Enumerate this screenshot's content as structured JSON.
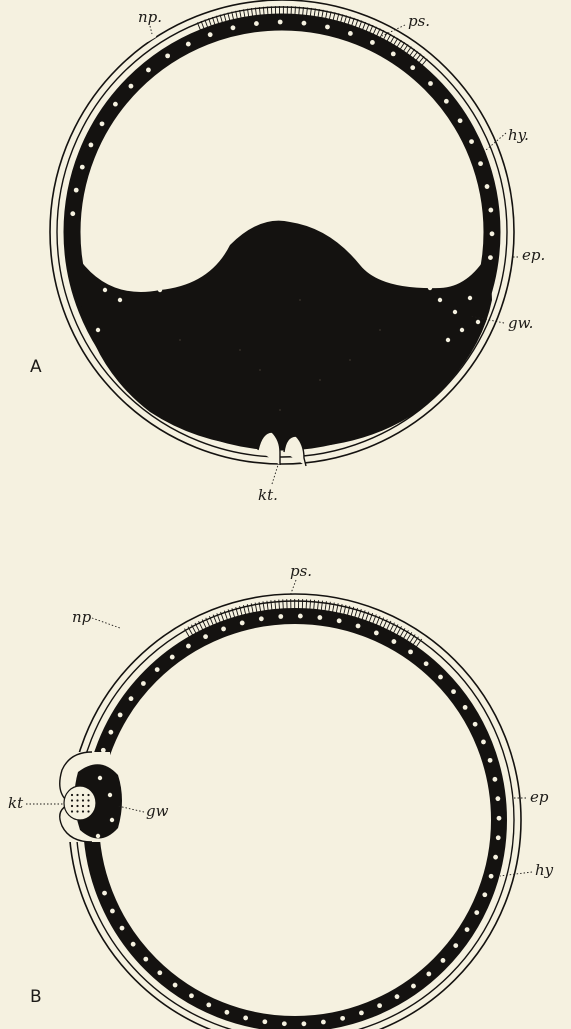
{
  "figure_a": {
    "panel_label": "A",
    "labels": {
      "np": "np.",
      "ps": "ps.",
      "hy": "hy.",
      "ep": "ep.",
      "gw": "gw.",
      "kt": "kt."
    }
  },
  "figure_b": {
    "panel_label": "B",
    "labels": {
      "ps": "ps.",
      "np": "np",
      "kt": "kt",
      "gw": "gw",
      "ep": "ep",
      "hy": "hy"
    }
  },
  "colors": {
    "paper": "#f5f1e0",
    "ink": "#141210"
  }
}
